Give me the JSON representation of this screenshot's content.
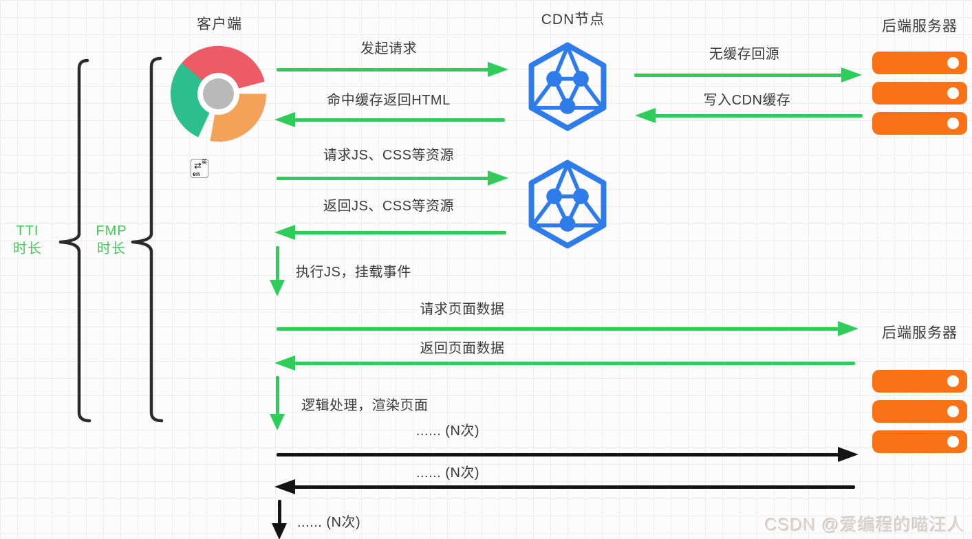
{
  "page": {
    "watermark": "CSDN @爱编程的喵汪人"
  },
  "colors": {
    "arrow_green": "#2ecc58",
    "arrow_black": "#141414",
    "metric_green": "#3fcb55",
    "label_text": "#3b3b3b",
    "server_orange": "#f97316",
    "cdn_blue": "#2d7ce9",
    "chrome_red": "#ec5b66",
    "chrome_green": "#2cbf8d",
    "chrome_orange": "#f4a259",
    "chrome_gray": "#b9b9b9"
  },
  "metrics": {
    "tti": {
      "line1": "TTI",
      "line2": "时长"
    },
    "fmp": {
      "line1": "FMP",
      "line2": "时长"
    }
  },
  "nodes": {
    "client": "客户端",
    "cdn": "CDN节点",
    "backend_top": "后端服务器",
    "backend_mid": "后端服务器"
  },
  "messages": {
    "initiate_request": "发起请求",
    "no_cache_back_to_origin": "无缓存回源",
    "cache_hit_return_html": "命中缓存返回HTML",
    "write_cdn_cache": "写入CDN缓存",
    "request_js_css": "请求JS、CSS等资源",
    "return_js_css": "返回JS、CSS等资源",
    "execute_js_mount_events": "执行JS，挂载事件",
    "request_page_data": "请求页面数据",
    "return_page_data": "返回页面数据",
    "logic_render_page": "逻辑处理，渲染页面",
    "n_times_1": "...... (N次)",
    "n_times_2": "...... (N次)",
    "n_times_3": "...... (N次)"
  },
  "mini_icon": {
    "lang_from": "en",
    "lang_to": "英"
  }
}
